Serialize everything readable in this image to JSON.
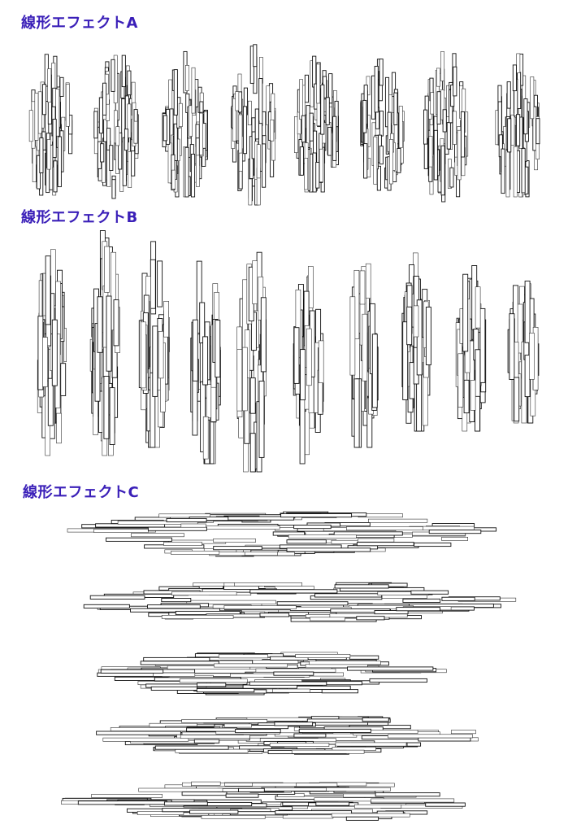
{
  "sections": {
    "a": {
      "title": "線形エフェクトA"
    },
    "b": {
      "title": "線形エフェクトB"
    },
    "c": {
      "title": "線形エフェクトC"
    }
  },
  "colors": {
    "title": "#3a1fb8",
    "ink": "#111111",
    "background": "#ffffff"
  },
  "effects": {
    "a_count": 8,
    "b_count": 10,
    "c_count": 5
  }
}
